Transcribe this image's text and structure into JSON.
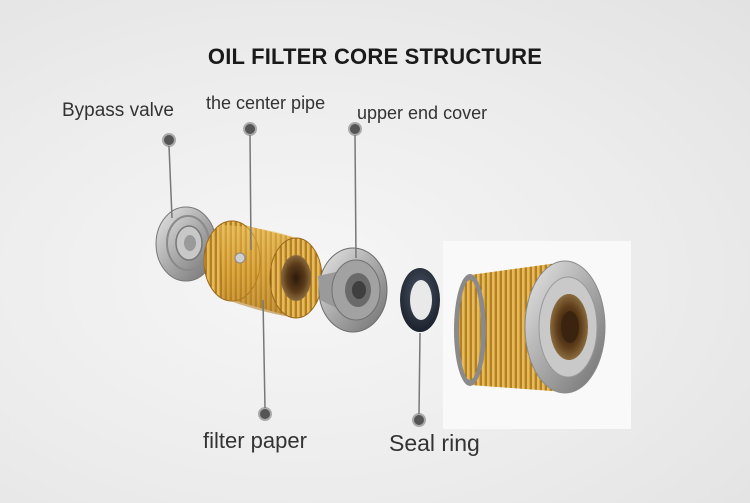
{
  "title": "OIL FILTER CORE STRUCTURE",
  "labels": {
    "bypass_valve": "Bypass valve",
    "center_pipe": "the center pipe",
    "upper_end_cover": "upper end cover",
    "filter_paper": "filter paper",
    "seal_ring": "Seal ring"
  },
  "colors": {
    "filter_paper": "#d9a53a",
    "metal": "#b4b4b4",
    "seal_ring": "#2e3542",
    "background": "#ececec"
  }
}
